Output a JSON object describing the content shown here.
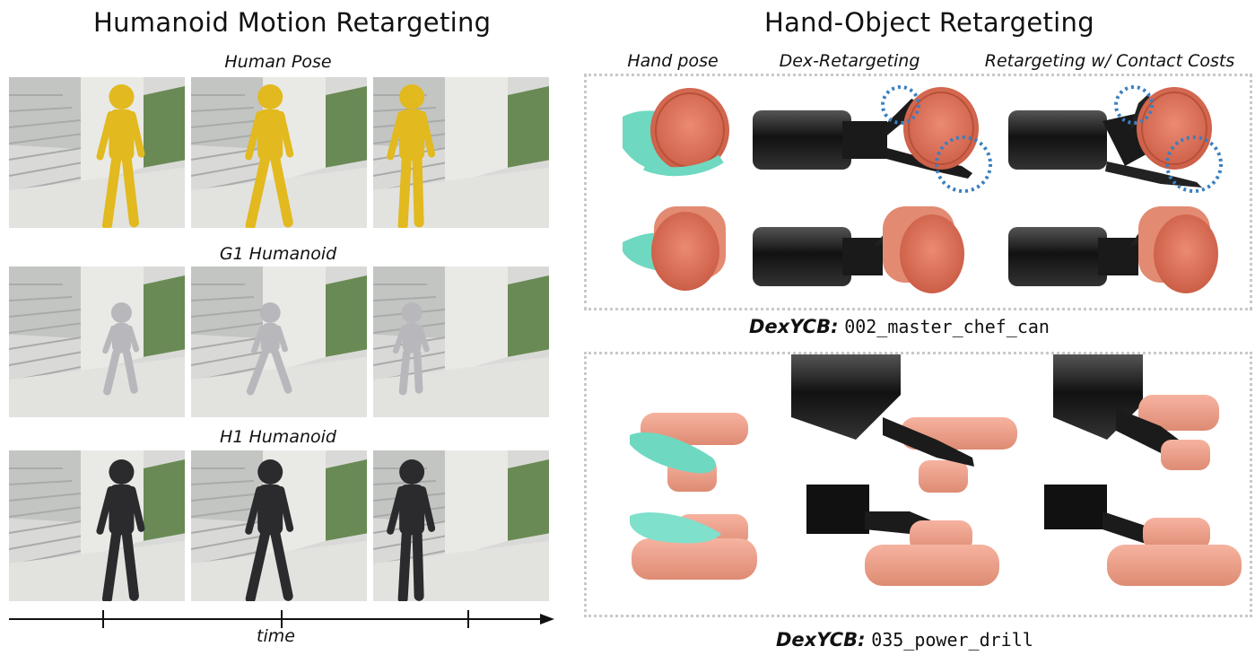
{
  "left": {
    "title": "Humanoid Motion Retargeting",
    "rows": [
      {
        "label": "Human Pose",
        "figure": "human"
      },
      {
        "label": "G1 Humanoid",
        "figure": "g1"
      },
      {
        "label": "H1 Humanoid",
        "figure": "h1"
      }
    ],
    "time_label": "time"
  },
  "right": {
    "title": "Hand-Object Retargeting",
    "columns": [
      "Hand pose",
      "Dex-Retargeting",
      "Retargeting w/ Contact Costs"
    ],
    "panel1_caption": {
      "dataset": "DexYCB:",
      "object": "002_master_chef_can"
    },
    "panel2_caption": {
      "dataset": "DexYCB:",
      "object": "035_power_drill"
    }
  },
  "colors": {
    "human": "#e2b91e",
    "robot_g1": "#b8b8bc",
    "robot_h1": "#2b2b2e",
    "hand": "#6fd8c0",
    "object": "#e07a62",
    "drill": "#f0a08c",
    "contact_circle": "#3a7fc0"
  }
}
